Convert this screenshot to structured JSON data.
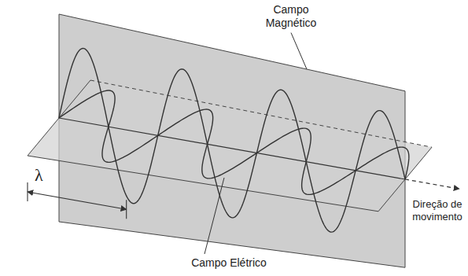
{
  "diagram": {
    "labels": [
      "Campo Magnético",
      "λ",
      "Direção de movimento",
      "Campo Elétrico"
    ]
  }
}
